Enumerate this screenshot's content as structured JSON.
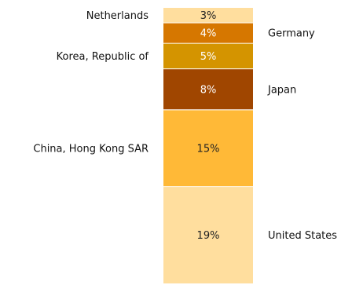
{
  "chart_data": {
    "type": "bar",
    "layout": "stacked-column",
    "categories": [
      "United States",
      "China, Hong Kong SAR",
      "Japan",
      "Korea, Republic of",
      "Germany",
      "Netherlands"
    ],
    "values": [
      19,
      15,
      8,
      5,
      4,
      3
    ],
    "value_labels": [
      "19%",
      "15%",
      "8%",
      "5%",
      "4%",
      "3%"
    ],
    "colors": [
      "#FFDE9E",
      "#FFB937",
      "#A04600",
      "#D49400",
      "#D67700",
      "#FFDE9E"
    ],
    "label_colors": [
      "#222222",
      "#222222",
      "#ffffff",
      "#ffffff",
      "#ffffff",
      "#222222"
    ],
    "category_label_side": [
      "right",
      "left",
      "right",
      "left",
      "right",
      "left"
    ],
    "unit": "%",
    "grid": false,
    "legend": "none"
  }
}
